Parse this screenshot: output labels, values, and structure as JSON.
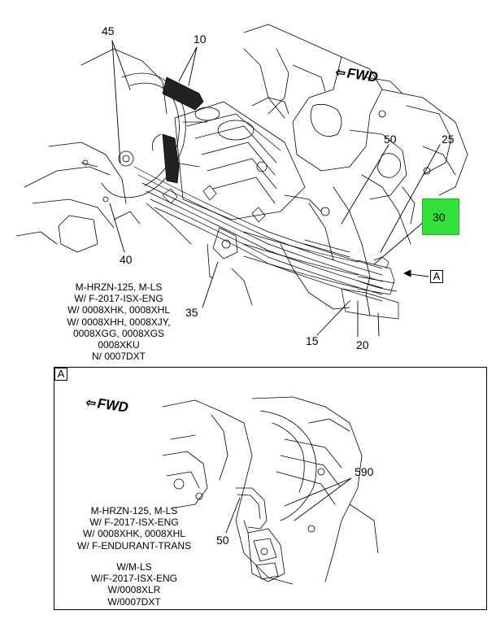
{
  "colors": {
    "highlight": "#33e03a",
    "line": "#000000",
    "background": "#ffffff"
  },
  "main_view": {
    "fwd_label": "FWD",
    "callouts": {
      "c45": "45",
      "c10": "10",
      "c50": "50",
      "c25": "25",
      "c30": "30",
      "c40": "40",
      "c35": "35",
      "c15": "15",
      "c20": "20"
    },
    "detail_ref": "A",
    "applicability": [
      "M-HRZN-125, M-LS",
      "W/ F-2017-ISX-ENG",
      "W/ 0008XHK, 0008XHL",
      "W/ 0008XHH, 0008XJY,",
      "0008XGG, 0008XGS",
      "0008XKU",
      "N/ 0007DXT"
    ]
  },
  "detail_view": {
    "label": "A",
    "fwd_label": "FWD",
    "callouts": {
      "c590": "590",
      "c50": "50"
    },
    "applicability_1": [
      "M-HRZN-125, M-LS",
      "W/ F-2017-ISX-ENG",
      "W/ 0008XHK, 0008XHL",
      "W/ F-ENDURANT-TRANS"
    ],
    "applicability_2": [
      "W/M-LS",
      "W/F-2017-ISX-ENG",
      "W/0008XLR",
      "W/0007DXT"
    ]
  }
}
